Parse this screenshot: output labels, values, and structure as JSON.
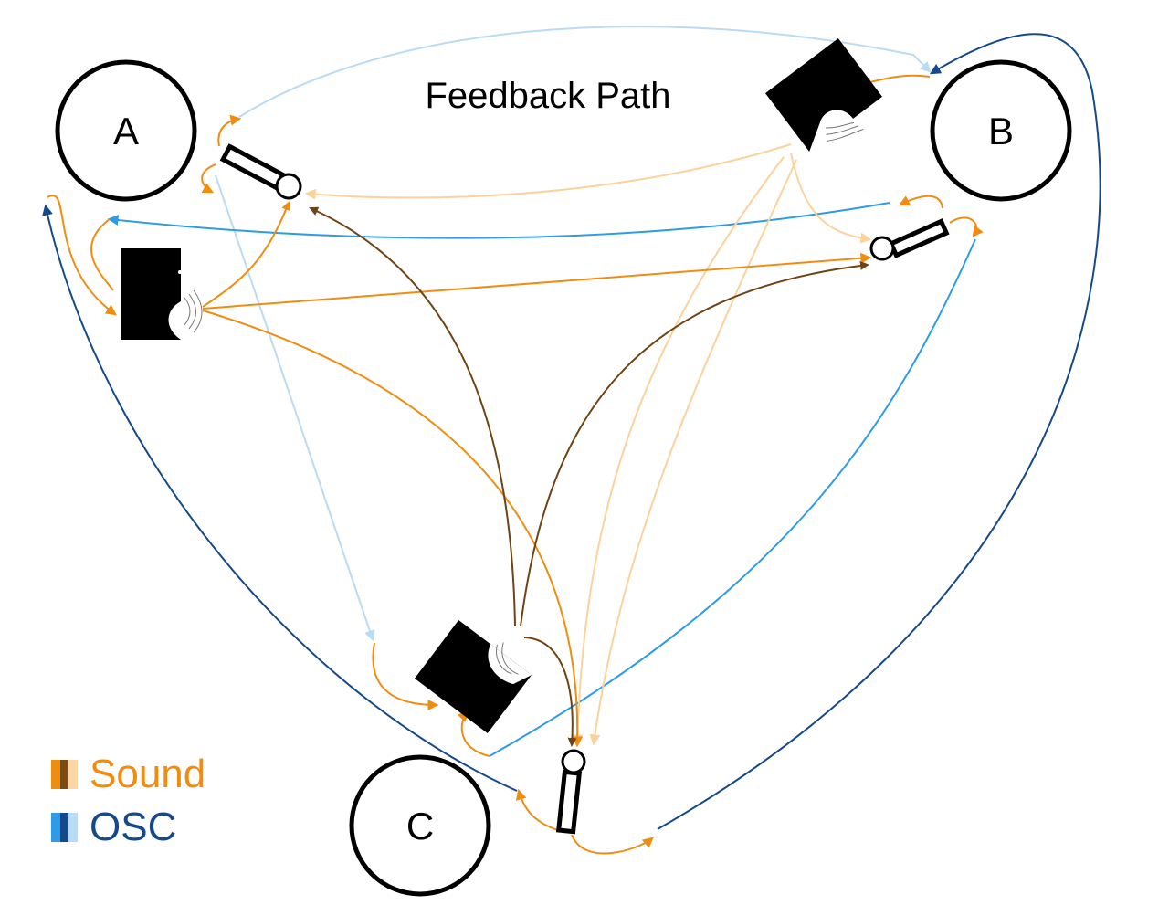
{
  "title": "Feedback Path",
  "nodes": {
    "a": "A",
    "b": "B",
    "c": "C"
  },
  "legend": {
    "sound": {
      "label": "Sound",
      "color": "#f08c10",
      "dark": "#7a4b16",
      "light": "#fbd7a5"
    },
    "osc": {
      "label": "OSC",
      "color": "#16498a",
      "mid": "#2d9be8",
      "light": "#b9dbf4"
    }
  },
  "colors": {
    "sound_orange": "#f08c10",
    "sound_light": "#fbd29b",
    "sound_brown": "#6e4414",
    "osc_dark": "#16498a",
    "osc_mid": "#2d9be8",
    "osc_light": "#b9dbf4"
  }
}
